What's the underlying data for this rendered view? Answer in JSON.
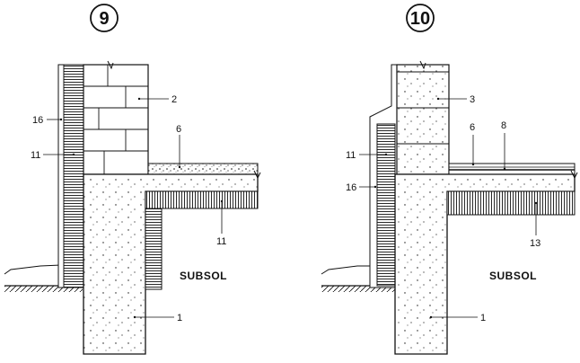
{
  "detail_9": {
    "number": "9",
    "labels": {
      "l16": "16",
      "l11_left": "11",
      "l2": "2",
      "l6": "6",
      "l11_insul": "11",
      "l1": "1"
    },
    "room": "SUBSOL"
  },
  "detail_10": {
    "number": "10",
    "labels": {
      "l11_left": "11",
      "l16": "16",
      "l3": "3",
      "l6": "6",
      "l8": "8",
      "l13": "13",
      "l1": "1"
    },
    "room": "SUBSOL"
  },
  "colors": {
    "ink": "#111111",
    "paper": "#ffffff"
  }
}
